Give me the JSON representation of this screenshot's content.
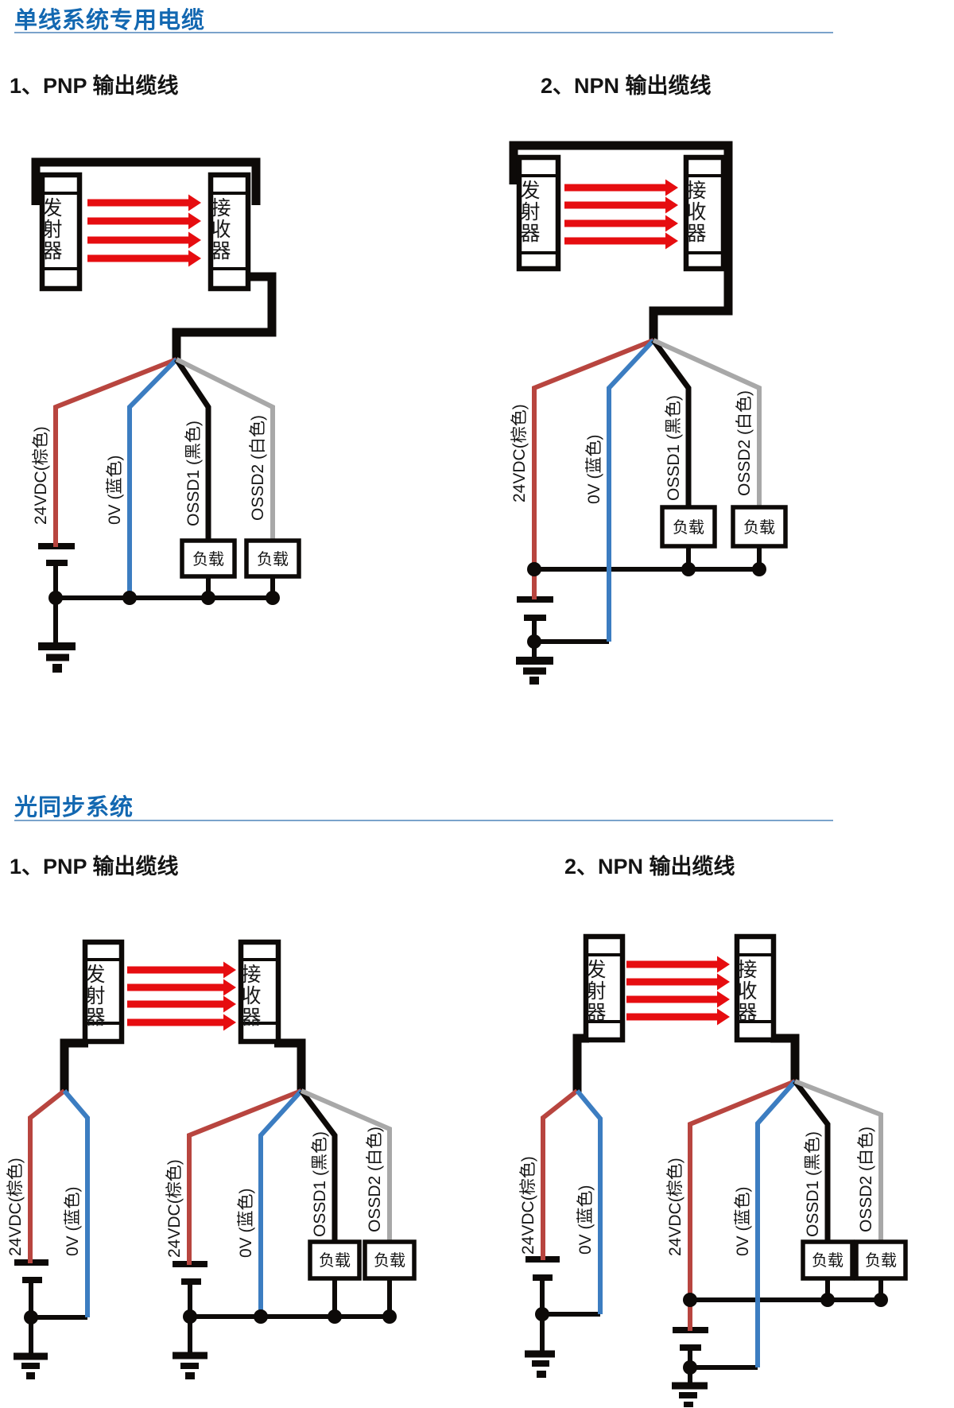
{
  "colors": {
    "heading_blue": "#1368b1",
    "rule_blue": "#7aa3cb",
    "ink": "#0d0a08",
    "beam_red": "#e60d10",
    "wire_brown": "#b8453f",
    "wire_blue": "#3c7dc1",
    "wire_black": "#0d0a08",
    "wire_white": "#a8a8a8"
  },
  "sections": [
    {
      "title": "单线系统专用电缆",
      "diagrams": [
        {
          "subtitle": "1、PNP 输出缆线",
          "transmitter_label": "发射器",
          "receiver_label": "接收器",
          "load_label": "负载",
          "wires": [
            {
              "label": "24VDC(棕色)",
              "color": "#b8453f"
            },
            {
              "label": "0V (蓝色)",
              "color": "#3c7dc1"
            },
            {
              "label": "OSSD1 (黑色)",
              "color": "#0d0a08"
            },
            {
              "label": "OSSD2 (白色)",
              "color": "#a8a8a8"
            }
          ]
        },
        {
          "subtitle": "2、NPN 输出缆线",
          "transmitter_label": "发射器",
          "receiver_label": "接收器",
          "load_label": "负载",
          "wires": [
            {
              "label": "24VDC(棕色)",
              "color": "#b8453f"
            },
            {
              "label": "0V (蓝色)",
              "color": "#3c7dc1"
            },
            {
              "label": "OSSD1 (黑色)",
              "color": "#0d0a08"
            },
            {
              "label": "OSSD2 (白色)",
              "color": "#a8a8a8"
            }
          ]
        }
      ]
    },
    {
      "title": "光同步系统",
      "diagrams": [
        {
          "subtitle": "1、PNP 输出缆线",
          "transmitter_label": "发射器",
          "receiver_label": "接收器",
          "load_label": "负载",
          "tx_wires": [
            {
              "label": "24VDC(棕色)",
              "color": "#b8453f"
            },
            {
              "label": "0V (蓝色)",
              "color": "#3c7dc1"
            }
          ],
          "rx_wires": [
            {
              "label": "24VDC(棕色)",
              "color": "#b8453f"
            },
            {
              "label": "0V (蓝色)",
              "color": "#3c7dc1"
            },
            {
              "label": "OSSD1 (黑色)",
              "color": "#0d0a08"
            },
            {
              "label": "OSSD2 (白色)",
              "color": "#a8a8a8"
            }
          ]
        },
        {
          "subtitle": "2、NPN 输出缆线",
          "transmitter_label": "发射器",
          "receiver_label": "接收器",
          "load_label": "负载",
          "tx_wires": [
            {
              "label": "24VDC(棕色)",
              "color": "#b8453f"
            },
            {
              "label": "0V (蓝色)",
              "color": "#3c7dc1"
            }
          ],
          "rx_wires": [
            {
              "label": "24VDC(棕色)",
              "color": "#b8453f"
            },
            {
              "label": "0V (蓝色)",
              "color": "#3c7dc1"
            },
            {
              "label": "OSSD1 (黑色)",
              "color": "#0d0a08"
            },
            {
              "label": "OSSD2 (白色)",
              "color": "#a8a8a8"
            }
          ]
        }
      ]
    }
  ]
}
